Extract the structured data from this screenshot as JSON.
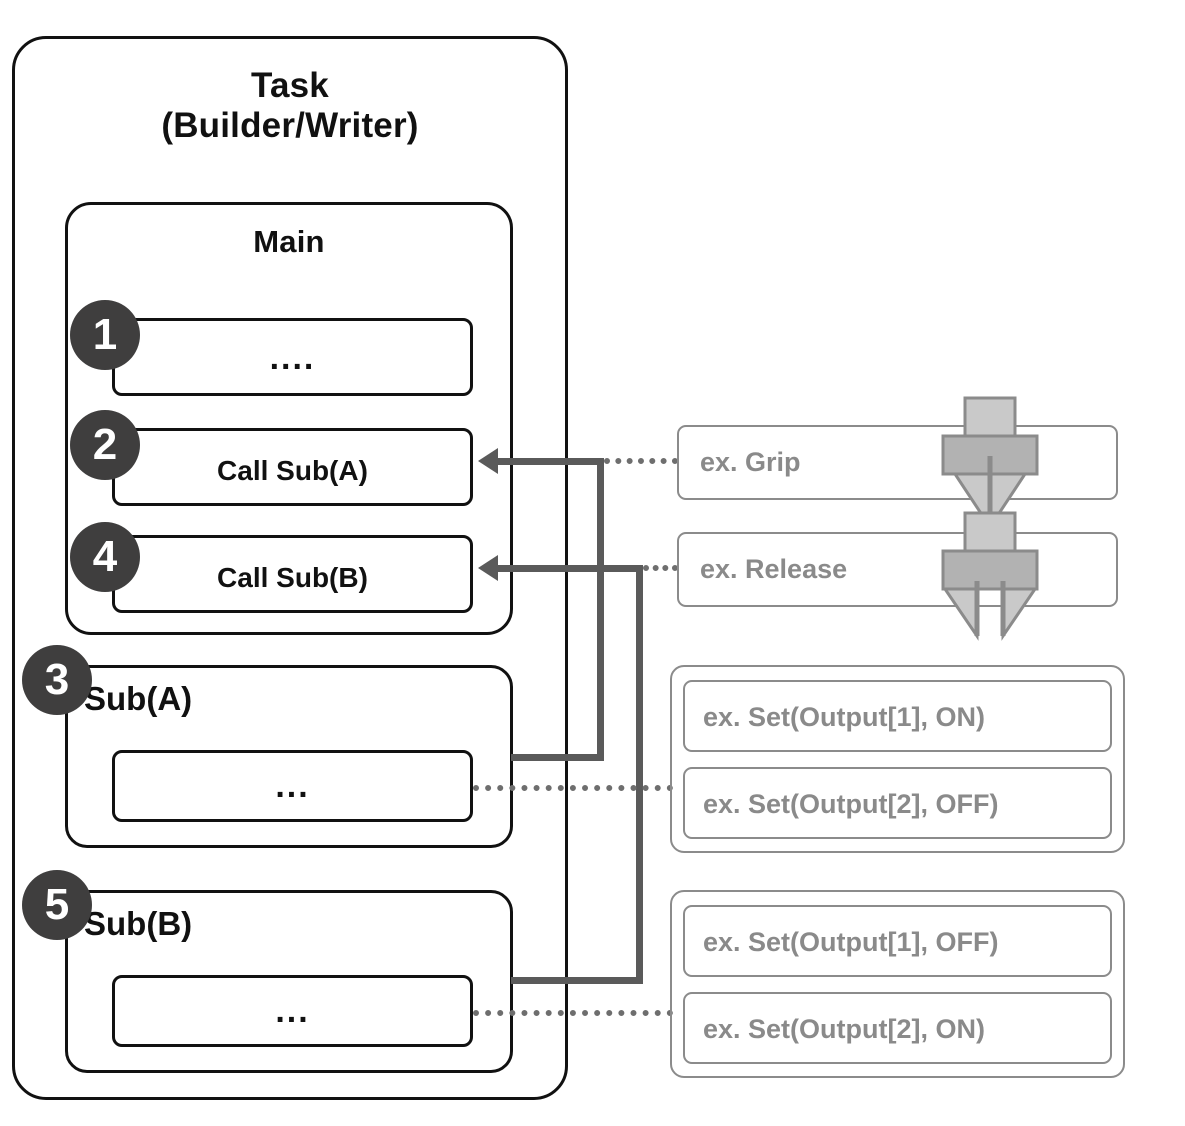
{
  "diagram": {
    "task": {
      "title_line1": "Task",
      "title_line2": "(Builder/Writer)",
      "main": {
        "title": "Main",
        "steps": [
          {
            "badge": "1",
            "label": "...."
          },
          {
            "badge": "2",
            "label": "Call Sub(A)"
          },
          {
            "badge": "4",
            "label": "Call Sub(B)"
          }
        ]
      },
      "subs": [
        {
          "badge": "3",
          "title": "Sub(A)",
          "body": "..."
        },
        {
          "badge": "5",
          "title": "Sub(B)",
          "body": "..."
        }
      ]
    },
    "examples": {
      "actions": [
        {
          "label": "ex. Grip",
          "icon": "gripper-closed-icon"
        },
        {
          "label": "ex. Release",
          "icon": "gripper-open-icon"
        }
      ],
      "groups": [
        {
          "items": [
            {
              "label": "ex. Set(Output[1], ON)"
            },
            {
              "label": "ex. Set(Output[2], OFF)"
            }
          ]
        },
        {
          "items": [
            {
              "label": "ex. Set(Output[1], OFF)"
            },
            {
              "label": "ex. Set(Output[2], ON)"
            }
          ]
        }
      ]
    },
    "colors": {
      "outline": "#111111",
      "badge_fill": "#3f3e3e",
      "badge_text": "#ffffff",
      "example_outline": "#8b8b8b",
      "example_text": "#8a8a8a",
      "connector": "#5a5a5a",
      "gripper_light": "#c9c9c9",
      "gripper_mid": "#b2b2b2",
      "background": "#ffffff"
    }
  }
}
